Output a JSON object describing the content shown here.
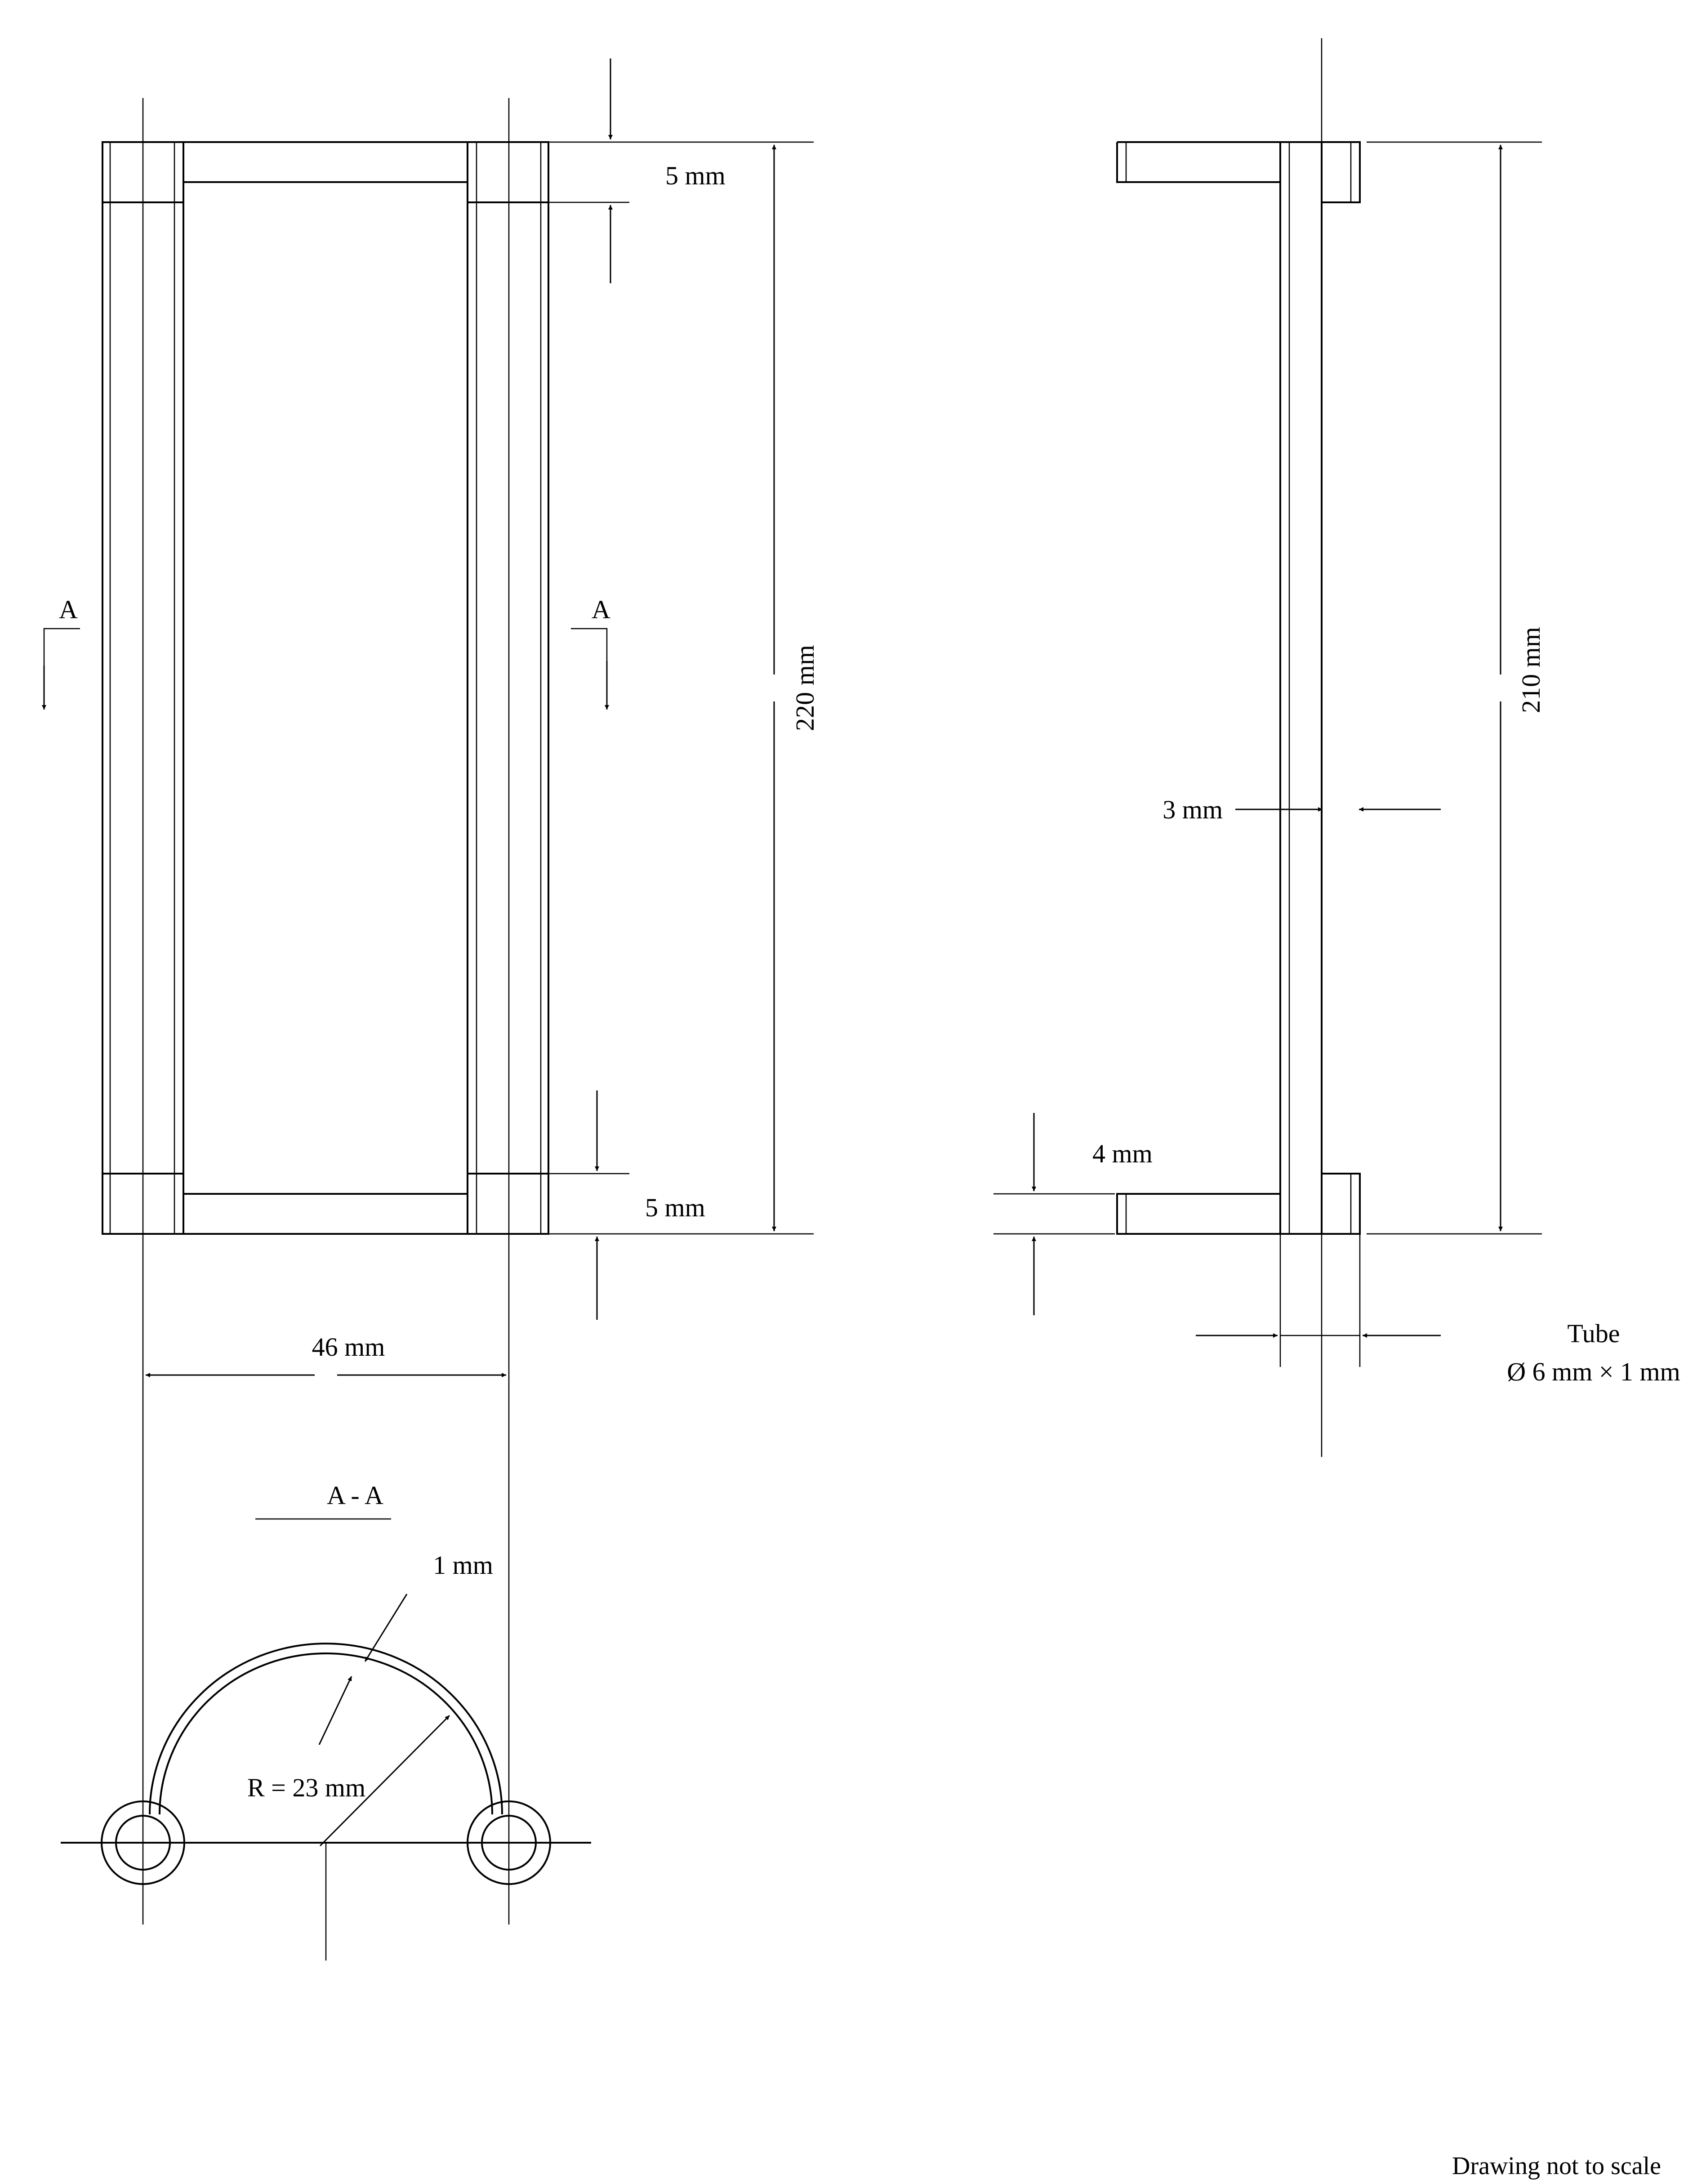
{
  "labels": {
    "top_gap": "5 mm",
    "bottom_gap": "5 mm",
    "frame_height": "220 mm",
    "frame_width": "46 mm",
    "section_marker_left": "A",
    "section_marker_right": "A",
    "side_height": "210 mm",
    "wall_thickness": "3 mm",
    "bottom_offset": "4 mm",
    "tube_title": "Tube",
    "tube_spec": "Ø 6 mm × 1 mm",
    "section_title": "A - A",
    "shell_thickness": "1 mm",
    "radius": "R = 23 mm",
    "scale_note": "Drawing not to scale"
  }
}
